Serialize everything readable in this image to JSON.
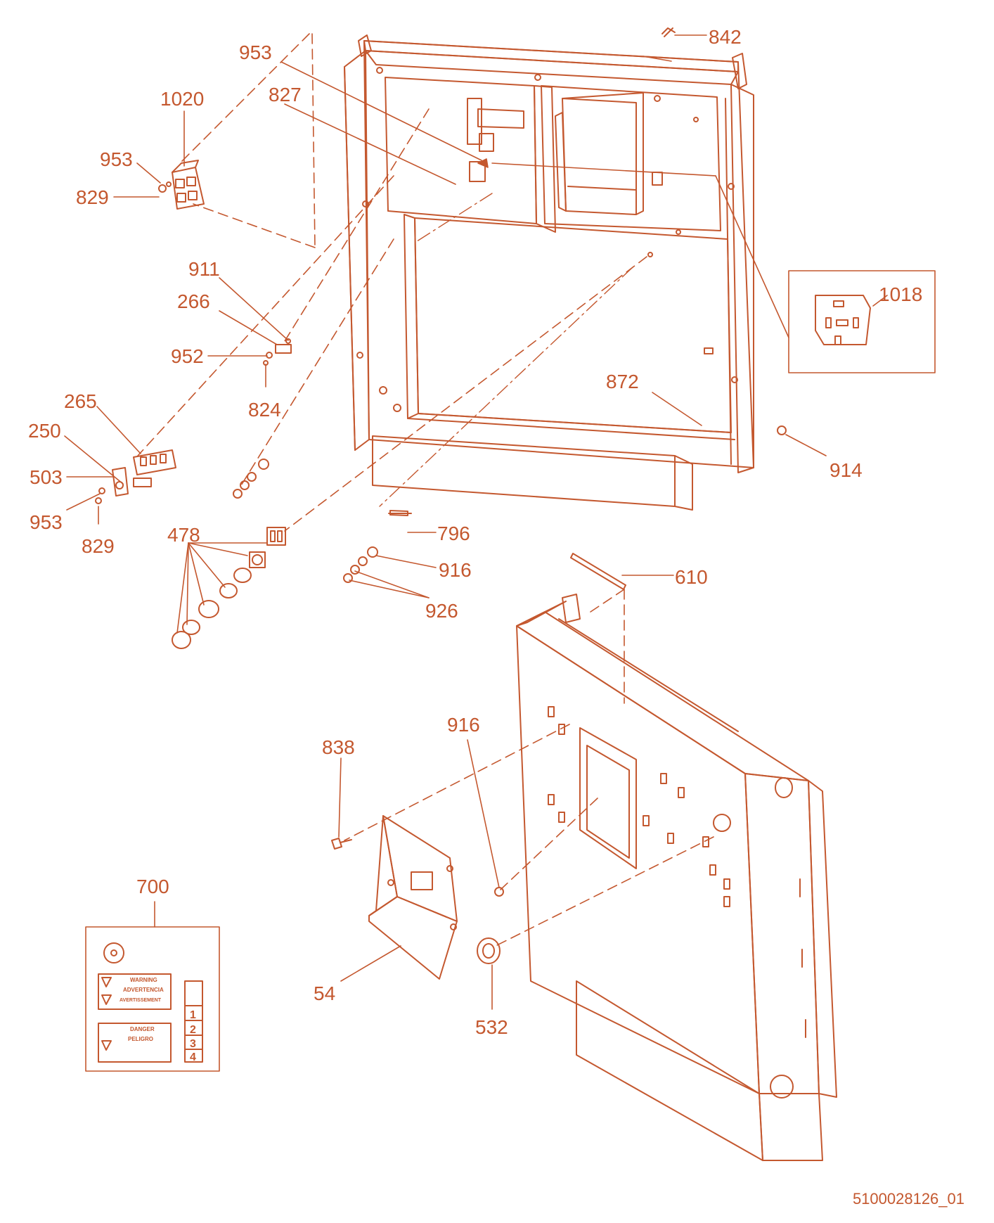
{
  "accent_color": "#c4582f",
  "drawing_number": "5100028126_01",
  "callouts": [
    {
      "id": "c-842",
      "text": "842"
    },
    {
      "id": "c-953a",
      "text": "953"
    },
    {
      "id": "c-827",
      "text": "827"
    },
    {
      "id": "c-1020",
      "text": "1020"
    },
    {
      "id": "c-953b",
      "text": "953"
    },
    {
      "id": "c-829a",
      "text": "829"
    },
    {
      "id": "c-911",
      "text": "911"
    },
    {
      "id": "c-266",
      "text": "266"
    },
    {
      "id": "c-952",
      "text": "952"
    },
    {
      "id": "c-824",
      "text": "824"
    },
    {
      "id": "c-265",
      "text": "265"
    },
    {
      "id": "c-250",
      "text": "250"
    },
    {
      "id": "c-503",
      "text": "503"
    },
    {
      "id": "c-953c",
      "text": "953"
    },
    {
      "id": "c-829b",
      "text": "829"
    },
    {
      "id": "c-478",
      "text": "478"
    },
    {
      "id": "c-796",
      "text": "796"
    },
    {
      "id": "c-916a",
      "text": "916"
    },
    {
      "id": "c-926",
      "text": "926"
    },
    {
      "id": "c-610",
      "text": "610"
    },
    {
      "id": "c-1018",
      "text": "1018"
    },
    {
      "id": "c-872",
      "text": "872"
    },
    {
      "id": "c-914",
      "text": "914"
    },
    {
      "id": "c-916b",
      "text": "916"
    },
    {
      "id": "c-838",
      "text": "838"
    },
    {
      "id": "c-700",
      "text": "700"
    },
    {
      "id": "c-54",
      "text": "54"
    },
    {
      "id": "c-532",
      "text": "532"
    }
  ],
  "decal_sheet": {
    "warning_label": "WARNING",
    "advertencia_label": "ADVERTENCIA",
    "avertissement_label": "AVERTISSEMENT",
    "danger_label": "DANGER",
    "peligro_label": "PELIGRO",
    "steps": [
      "1",
      "2",
      "3",
      "4"
    ]
  }
}
